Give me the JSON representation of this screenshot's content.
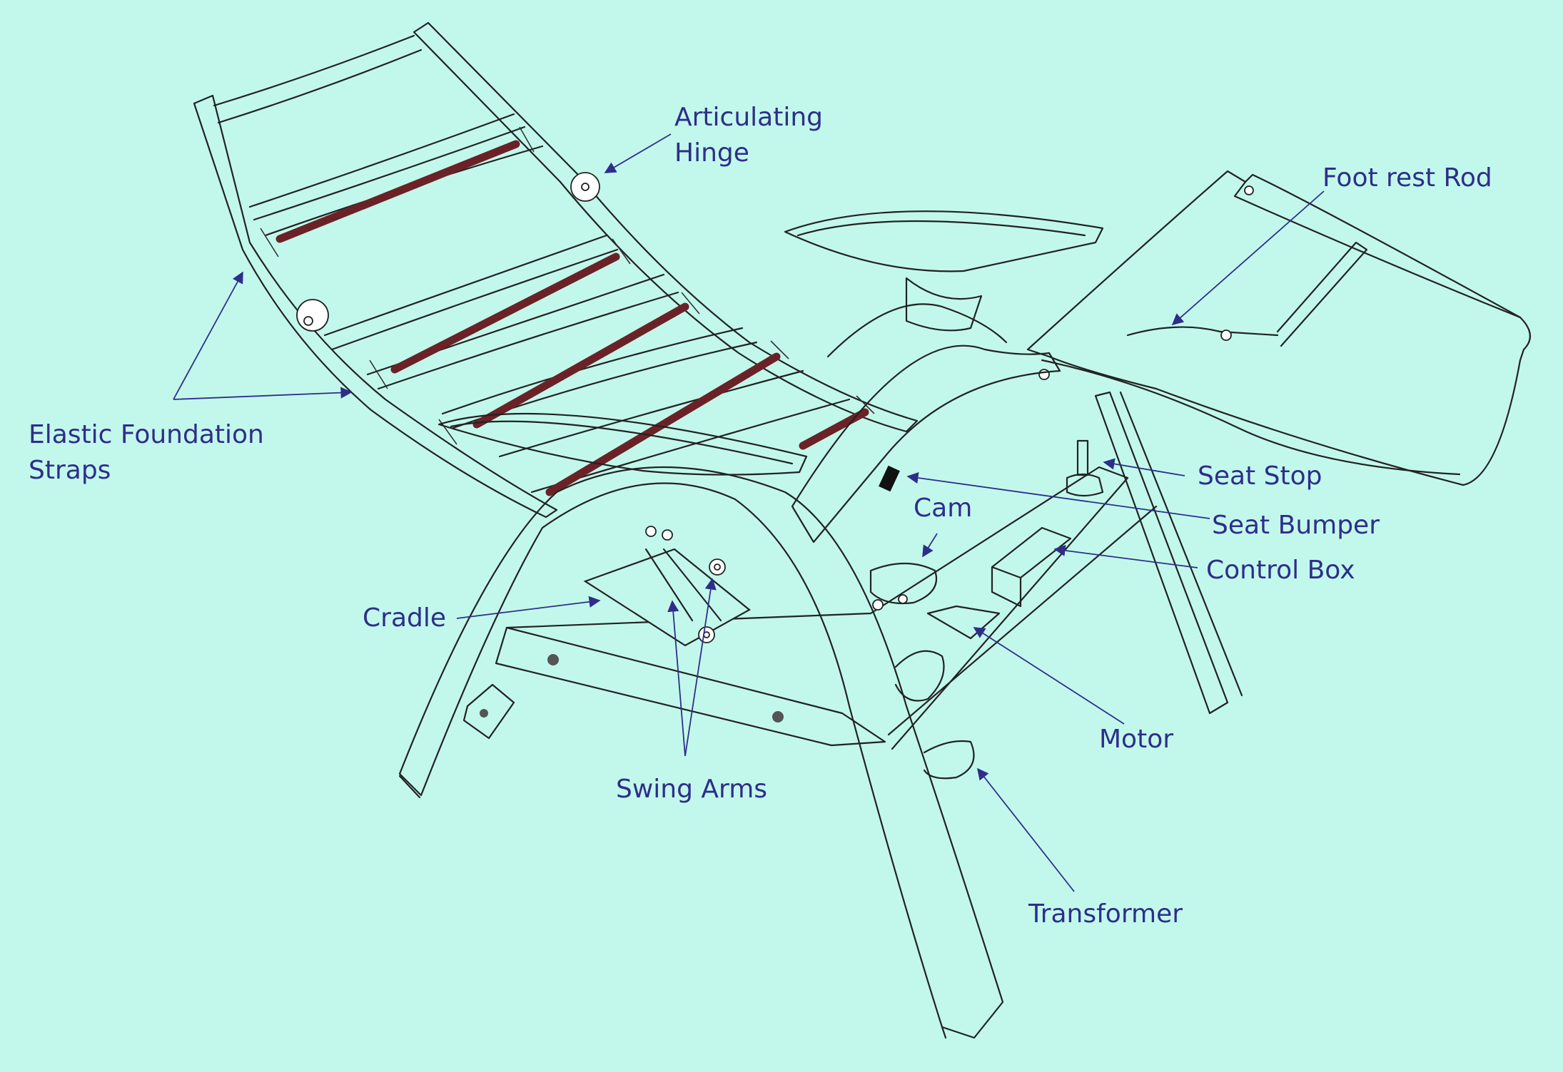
{
  "diagram": {
    "background_color": "#c2f8ec",
    "label_color": "#2e2e8a",
    "strap_color": "#6b2227",
    "line_color": "#222222",
    "labels": {
      "articulating_hinge": {
        "line1": "Articulating",
        "line2": "Hinge"
      },
      "foot_rest_rod": "Foot rest Rod",
      "elastic_straps": {
        "line1": "Elastic Foundation",
        "line2": "Straps"
      },
      "seat_stop": "Seat Stop",
      "seat_bumper": "Seat Bumper",
      "cam": "Cam",
      "control_box": "Control Box",
      "cradle": "Cradle",
      "motor": "Motor",
      "swing_arms": "Swing Arms",
      "transformer": "Transformer"
    }
  }
}
